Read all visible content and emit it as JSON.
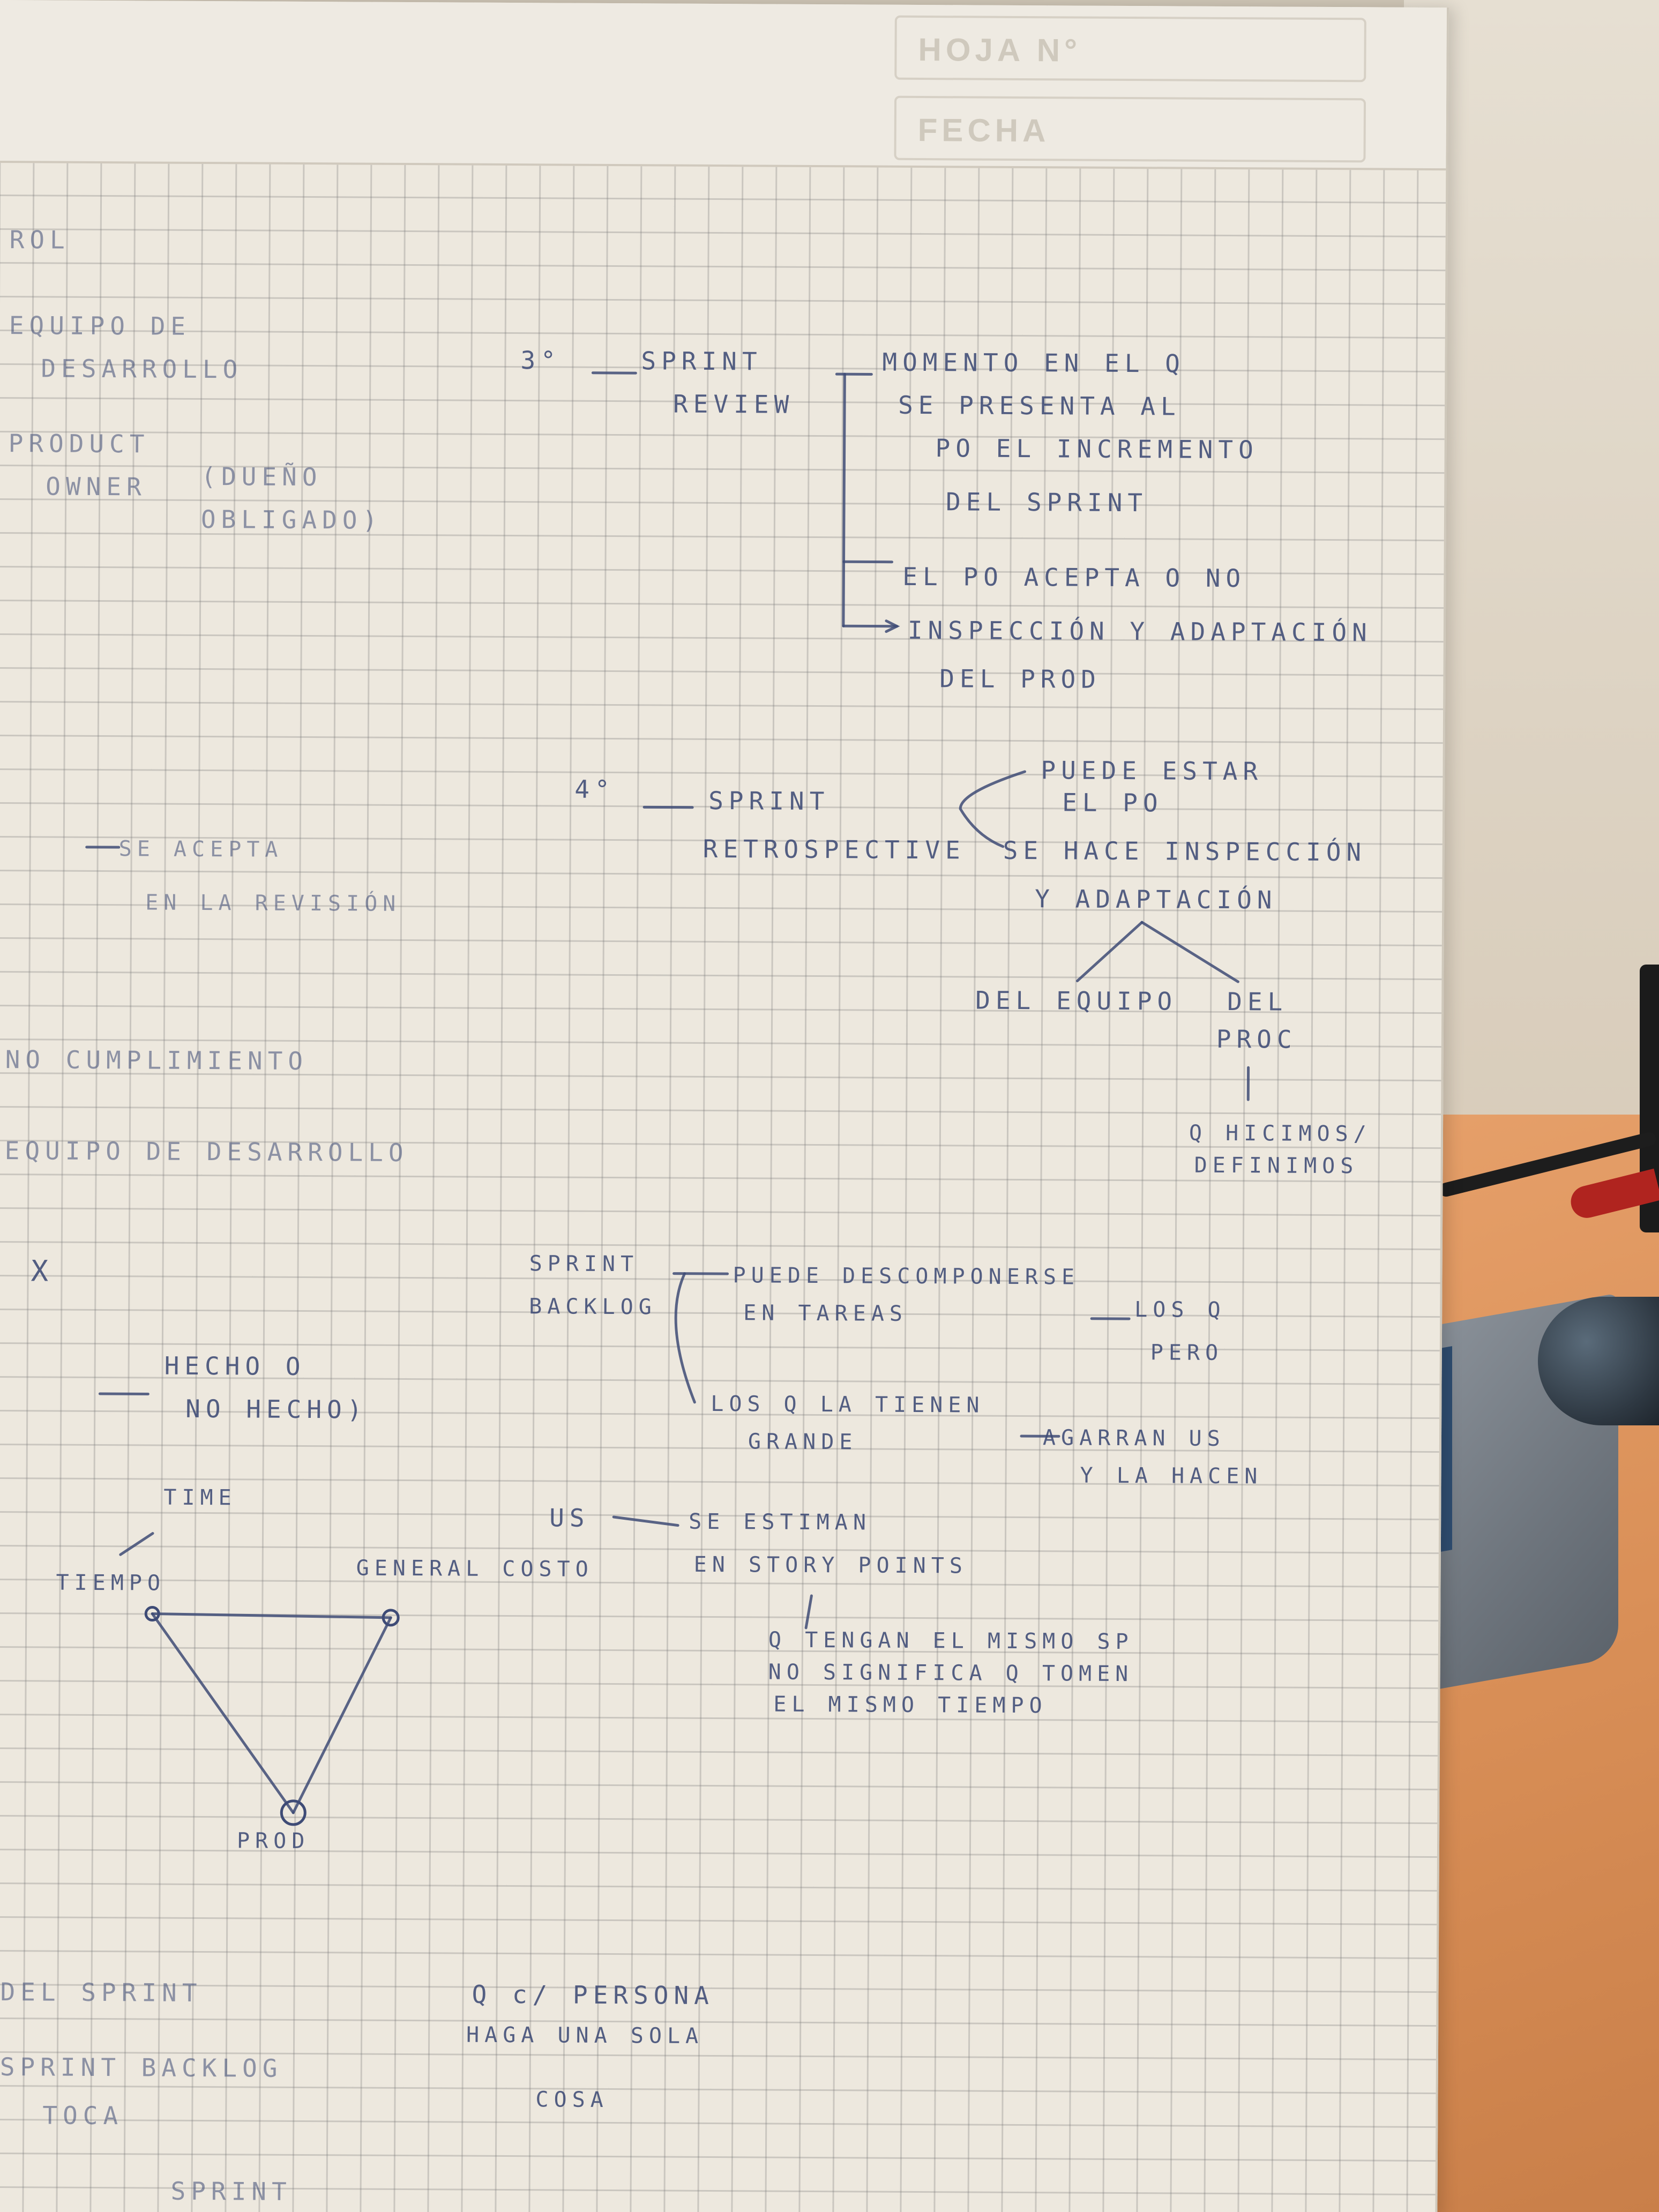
{
  "header": {
    "hoja_label": "HOJA N°",
    "fecha_label": "FECHA"
  },
  "notes": {
    "left_margin": [
      "ROL",
      "EQUIPO DE",
      "DESARROLLO",
      "PRODUCT",
      "OWNER",
      "(DUEÑO",
      "OBLIGADO)",
      "SE ACEPTA",
      "EN LA REVISIÓN",
      "NO CUMPLIMIENTO",
      "EQUIPO DE DESARROLLO",
      "X",
      "HECHO O",
      "NO HECHO)",
      "TIME",
      "TIEMPO",
      "GENERAL COSTO",
      "PROD",
      "DEL SPRINT",
      "SPRINT BACKLOG",
      "TOCA",
      "SPRINT"
    ],
    "sprint_review": {
      "number": "3°",
      "title_1": "SPRINT",
      "title_2": "REVIEW",
      "items": [
        "MOMENTO EN EL Q",
        "SE PRESENTA AL",
        "PO EL INCREMENTO",
        "DEL SPRINT",
        "EL PO ACEPTA O NO",
        "INSPECCIÓN Y ADAPTACIÓN",
        "DEL PROD"
      ]
    },
    "sprint_retrospective": {
      "number": "4°",
      "title_1": "SPRINT",
      "title_2": "RETROSPECTIVE",
      "items": [
        "PUEDE ESTAR",
        "EL PO",
        "SE HACE INSPECCIÓN",
        "Y ADAPTACIÓN",
        "DEL EQUIPO",
        "DEL",
        "PROC",
        "Q HICIMOS/",
        "DEFINIMOS"
      ]
    },
    "sprint_backlog": {
      "title_1": "SPRINT",
      "title_2": "BACKLOG",
      "items": [
        "PUEDE DESCOMPONERSE",
        "EN TAREAS",
        "LOS Q",
        "PERO",
        "LOS Q LA TIENEN",
        "GRANDE",
        "AGARRAN US",
        "Y LA HACEN"
      ]
    },
    "user_stories": {
      "title": "US",
      "items": [
        "SE ESTIMAN",
        "EN STORY POINTS",
        "Q TENGAN EL MISMO SP",
        "NO SIGNIFICA Q TOMEN",
        "EL MISMO TIEMPO"
      ]
    },
    "bottom": {
      "items": [
        "Q c/ PERSONA",
        "HAGA UNA SOLA",
        "COSA"
      ]
    }
  }
}
